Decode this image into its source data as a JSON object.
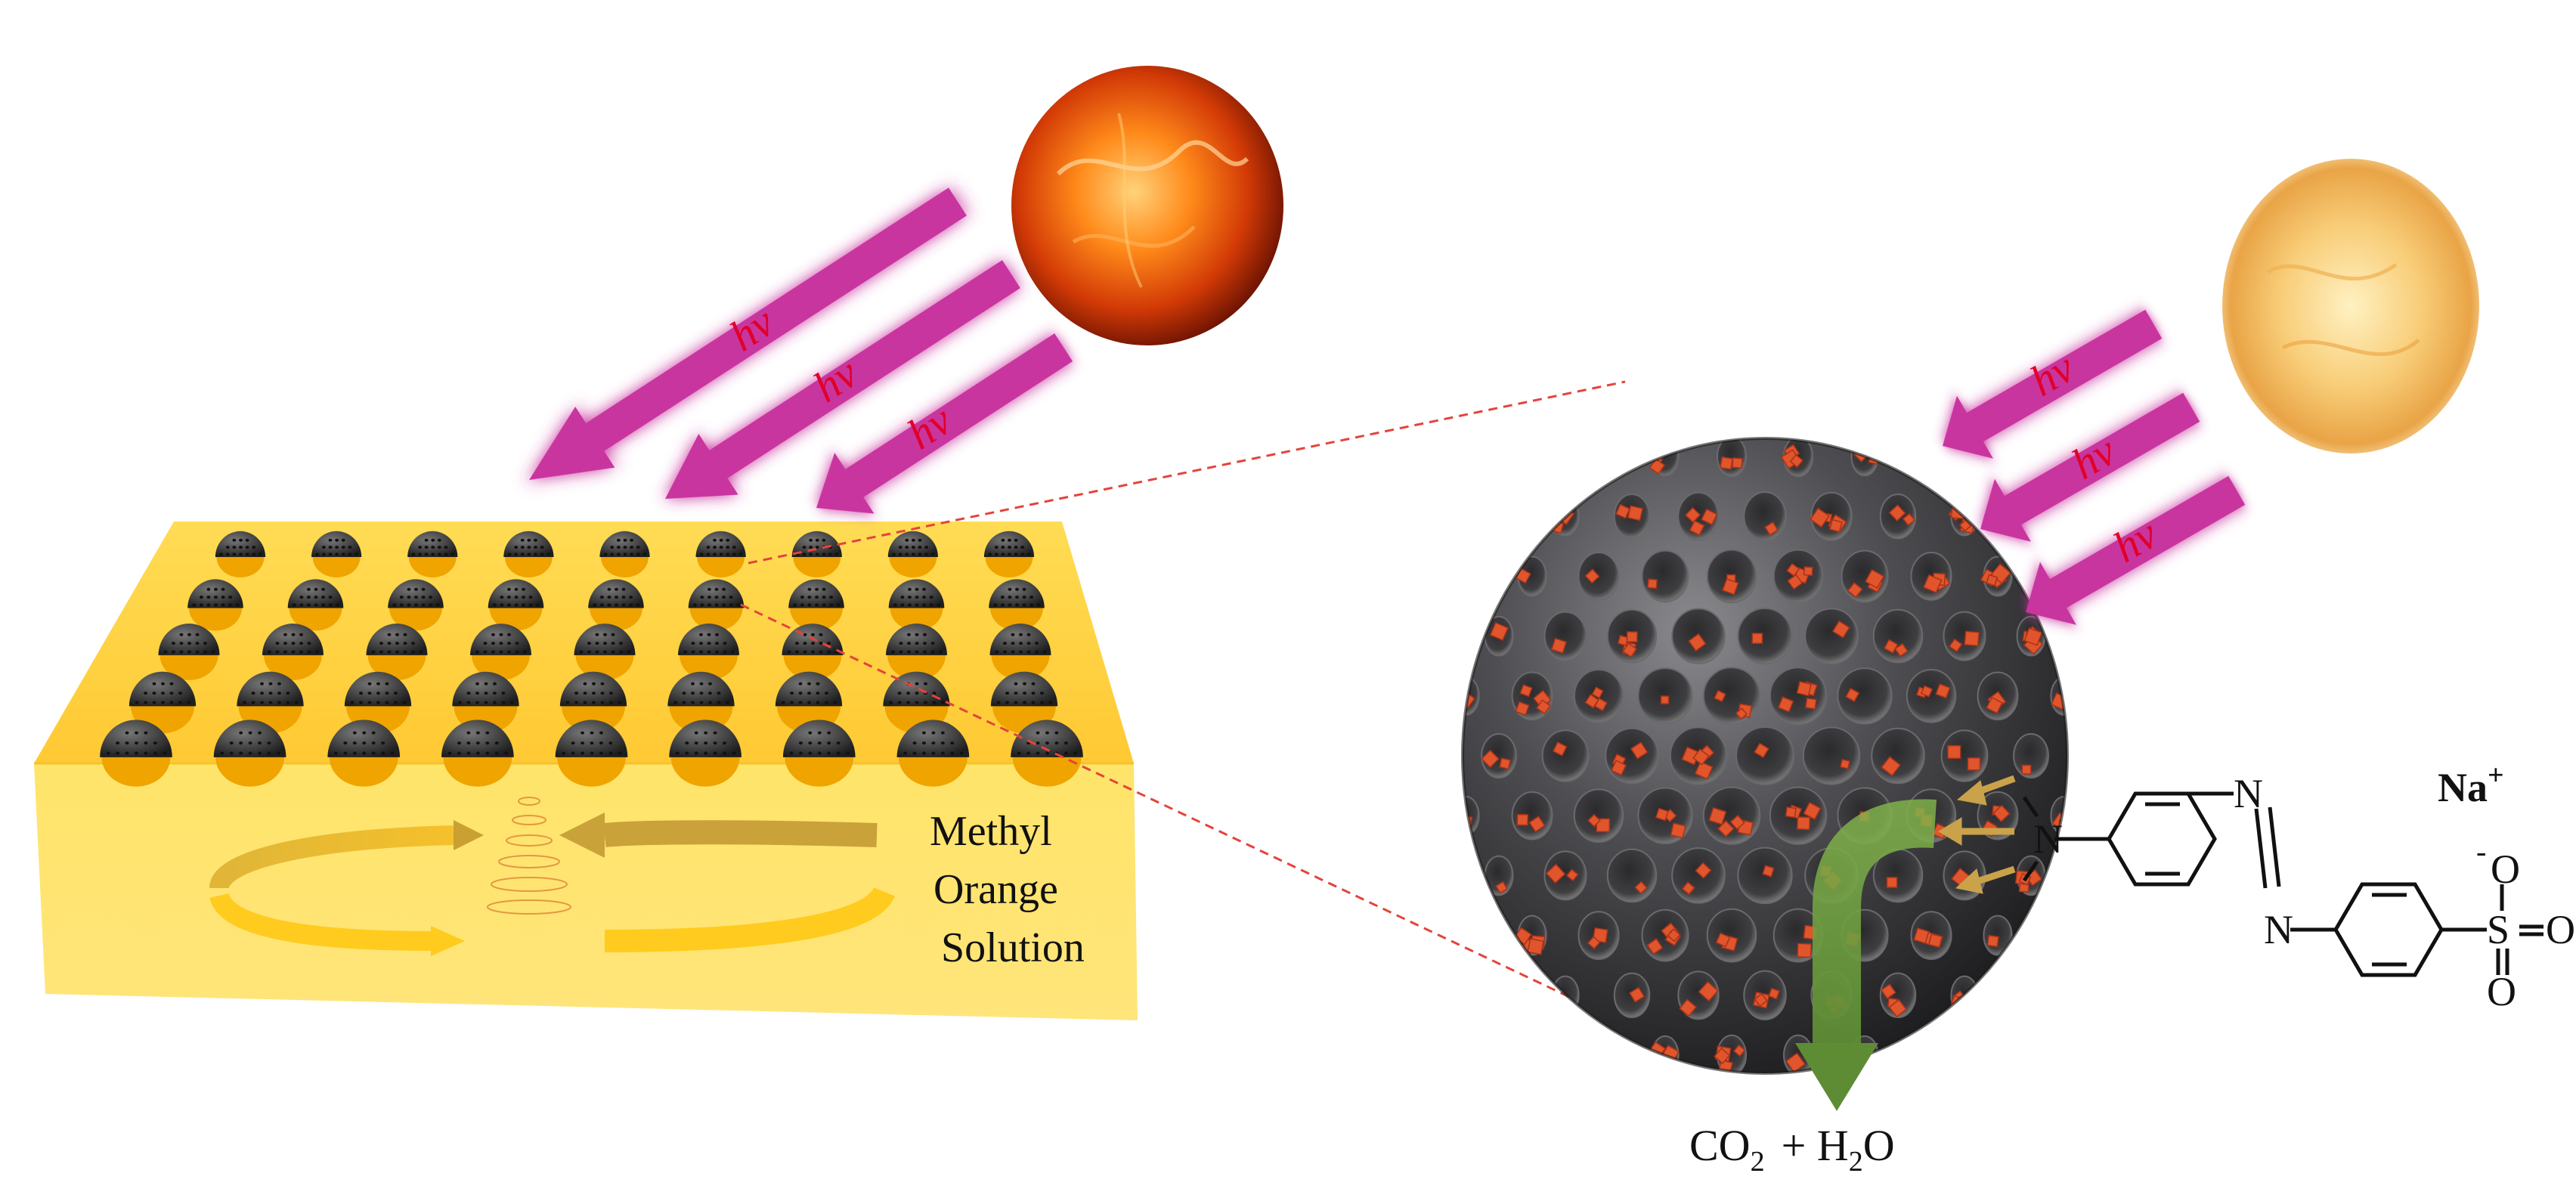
{
  "photon_label": "hv",
  "solution_label": [
    "Methyl",
    "Orange",
    "Solution"
  ],
  "products": {
    "co": "CO",
    "co_sub": "2",
    "plus_h": "+ H",
    "h_sub": "2",
    "o": "O"
  },
  "molecule": {
    "n1": "N",
    "n2": "N",
    "n3": "N",
    "na": "Na",
    "na_charge": "+",
    "s": "S",
    "o_top": "O",
    "o_right": "O",
    "o_bottom": "O",
    "o_minus": "-"
  },
  "colors": {
    "tray": "#ffd84a",
    "arrow": "#c9359f",
    "photon_text": "#e0002a",
    "sphere": "#4a4a4c",
    "particles": "#e0552b",
    "product_arrow": "#6e9a3e",
    "adsorb_arrow": "#c9a24a",
    "zoom_lines": "#e3443c"
  }
}
